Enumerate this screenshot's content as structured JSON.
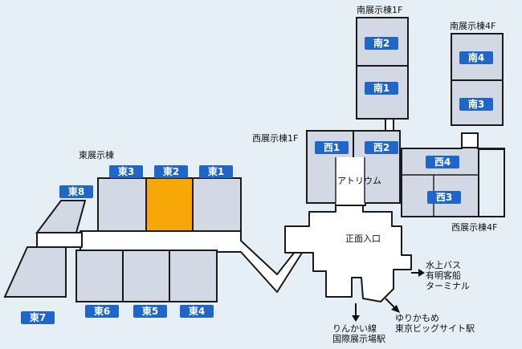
{
  "colors": {
    "background": "#e6eef6",
    "hall": "#d2d8e4",
    "highlight": "#f7a707",
    "badge": "#1f66c8",
    "corridor": "#ffffff"
  },
  "buildings": {
    "east": "東展示棟",
    "west_1f": "西展示棟1F",
    "west_4f": "西展示棟4F",
    "south_1f": "南展示棟1F",
    "south_4f": "南展示棟4F"
  },
  "halls": {
    "east1": "東1",
    "east2": "東2",
    "east3": "東3",
    "east4": "東4",
    "east5": "東5",
    "east6": "東6",
    "east7": "東7",
    "east8": "東8",
    "west1": "西1",
    "west2": "西2",
    "west3": "西3",
    "west4": "西4",
    "south1": "南1",
    "south2": "南2",
    "south3": "南3",
    "south4": "南4"
  },
  "highlighted_hall": "東2",
  "places": {
    "atrium": "アトリウム",
    "main_entrance": "正面入口"
  },
  "exits": {
    "waterbus_line1": "水上バス",
    "waterbus_line2": "有明客船",
    "waterbus_line3": "ターミナル",
    "rinkai_line1": "りんかい線",
    "rinkai_line2": "国際展示場駅",
    "yurikamome_line1": "ゆりかもめ",
    "yurikamome_line2": "東京ビッグサイト駅"
  }
}
